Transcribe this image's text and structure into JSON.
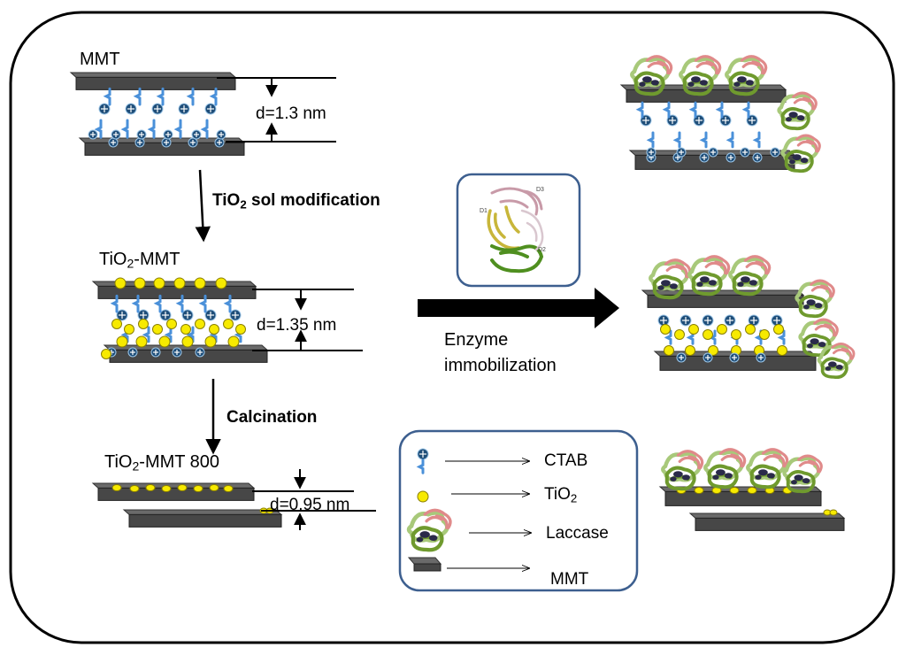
{
  "colors": {
    "plate_top": "#5a5a5a",
    "plate_side": "#474747",
    "cation": "#1f4e79",
    "cation_ring": "#9ec7e8",
    "tail": "#4a90d9",
    "tio2": "#f7ea00",
    "tio2_stroke": "#8a7f00",
    "laccase_green": "#6f9a2e",
    "laccase_light": "#a8c97a",
    "laccase_pink": "#e08a8a",
    "frame": "#000000",
    "box_border": "#3d5f8f"
  },
  "labels": {
    "mmt": "MMT",
    "d1": "d=1.3 nm",
    "step1_main": "TiO",
    "step1_sub": "2",
    "step1_rest": " sol modification",
    "tio2mmt_main": "TiO",
    "tio2mmt_sub": "2",
    "tio2mmt_rest": "-MMT",
    "d2": "d=1.35 nm",
    "step2": "Calcination",
    "tio2mmt800_main": "TiO",
    "tio2mmt800_sub": "2",
    "tio2mmt800_rest": "-MMT 800",
    "d3": "d=0.95 nm",
    "enzyme_line1": "Enzyme",
    "enzyme_line2": "immobilization"
  },
  "legend": {
    "items": [
      {
        "name": "CTAB"
      },
      {
        "name_main": "TiO",
        "name_sub": "2"
      },
      {
        "name": "Laccase"
      },
      {
        "name": "MMT"
      }
    ]
  },
  "structure_icons": {
    "domains": [
      "D1",
      "D2",
      "D3"
    ]
  }
}
